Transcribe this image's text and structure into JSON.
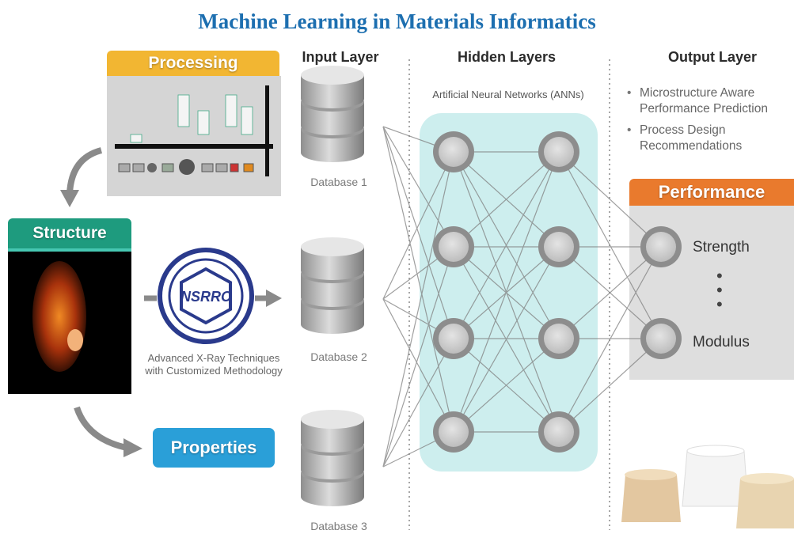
{
  "title": "Machine Learning in Materials Informatics",
  "columns": {
    "input": "Input Layer",
    "hidden": "Hidden Layers",
    "output": "Output Layer"
  },
  "ann_label": "Artificial Neural Networks (ANNs)",
  "output_bullets": [
    "Microstructure Aware Performance Prediction",
    "Process Design Recommendations"
  ],
  "databases": [
    "Database 1",
    "Database 2",
    "Database 3"
  ],
  "processing": {
    "label": "Processing"
  },
  "structure": {
    "label": "Structure"
  },
  "properties": {
    "label": "Properties"
  },
  "performance": {
    "label": "Performance",
    "outputs": [
      "Strength",
      "Modulus"
    ]
  },
  "nsrrc": {
    "logo_text": "NSRRC",
    "caption": "Advanced X-Ray Techniques with Customized Methodology"
  },
  "colors": {
    "title": "#1d6fb0",
    "processing": "#f2b632",
    "structure": "#1e9b7e",
    "properties": "#2a9fd8",
    "performance": "#e97a2d",
    "hidden_panel": "#cdeeee",
    "nsrrc": "#2a3a8c"
  }
}
